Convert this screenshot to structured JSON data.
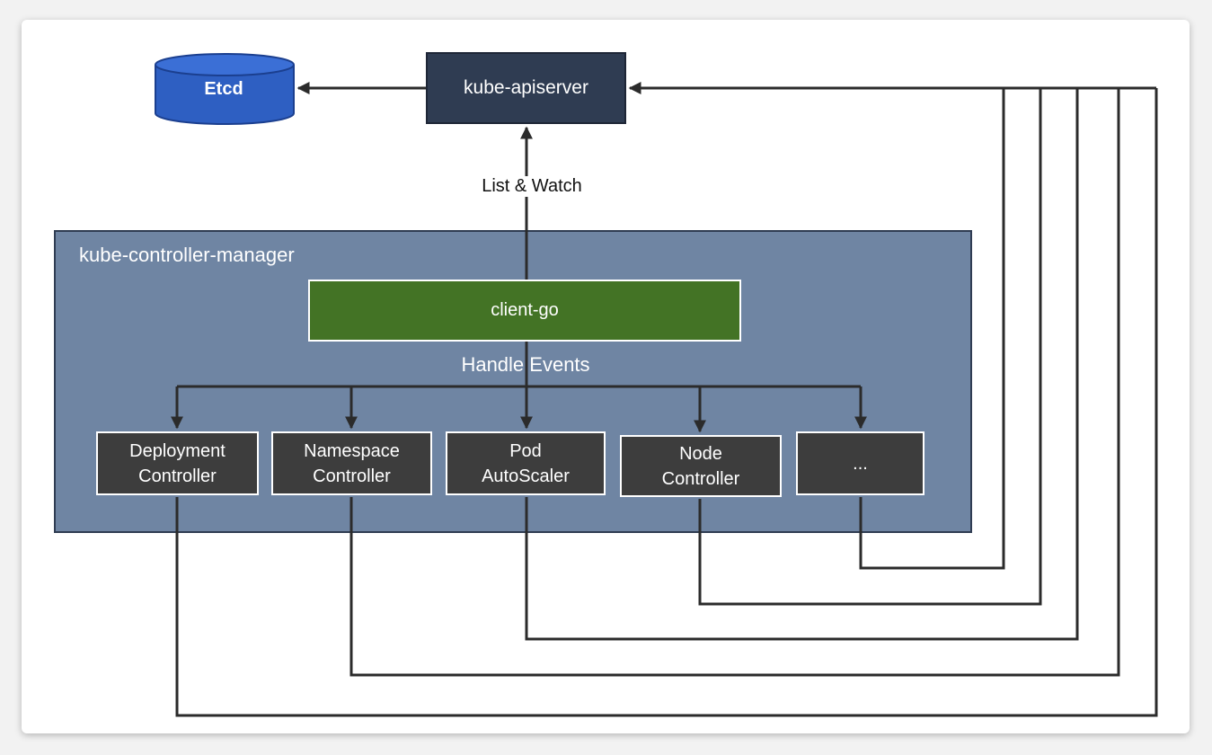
{
  "diagram": {
    "etcd": {
      "label": "Etcd"
    },
    "apiserver": {
      "label": "kube-apiserver"
    },
    "list_watch": {
      "label": "List & Watch"
    },
    "controller_manager": {
      "label": "kube-controller-manager"
    },
    "client_go": {
      "label": "client-go"
    },
    "handle_events": {
      "label": "Handle Events"
    },
    "controllers": [
      {
        "label": "Deployment\nController"
      },
      {
        "label": "Namespace\nController"
      },
      {
        "label": "Pod\nAutoScaler"
      },
      {
        "label": "Node\nController"
      },
      {
        "label": "..."
      }
    ],
    "colors": {
      "apiserver": "#2f3c52",
      "controller_manager": "#6f85a3",
      "client_go": "#437325",
      "controller": "#3d3d3d",
      "etcd": "#2e5fc2",
      "line": "#2b2b2b"
    }
  }
}
